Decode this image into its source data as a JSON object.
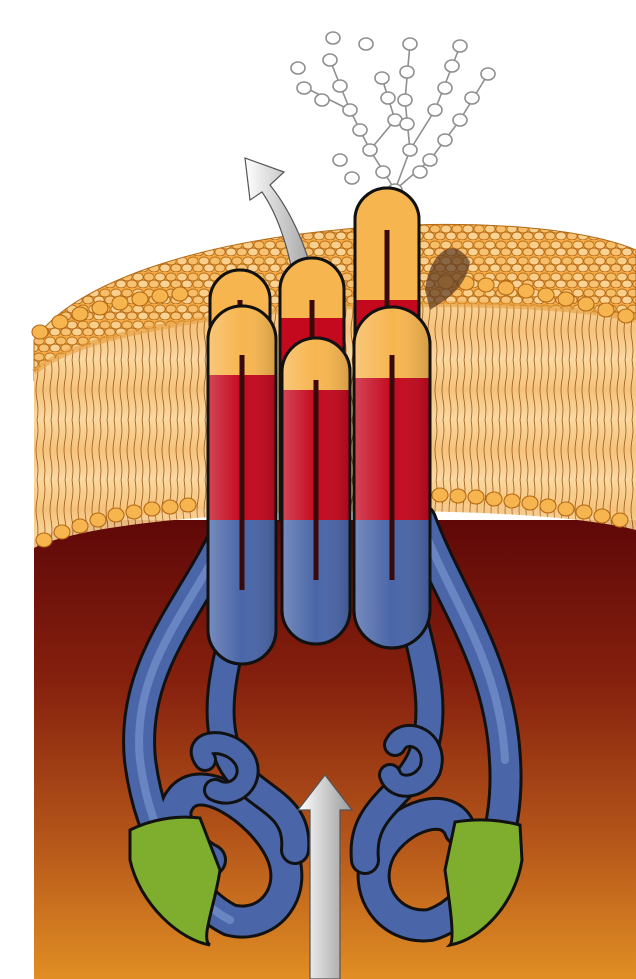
{
  "illustration": {
    "subject": "",
    "labels": []
  },
  "colors": {
    "background": "#ffffff",
    "lipid_head": "#f6b24a",
    "lipid_head_light": "#f9d08a",
    "lipid_head_outline": "#b56a14",
    "lipid_tail": "#8a4a12",
    "membrane_core": "#f7c98a",
    "cytoplasm_top": "#6e0a0a",
    "cytoplasm_mid": "#8f2a10",
    "cytoplasm_bottom": "#d9821e",
    "helix_tip": "#f7b54f",
    "helix_transmembrane": "#c4091f",
    "chain_cytoplasmic": "#4a66a8",
    "chain_highlight": "#7f9bd6",
    "domain_green": "#7fae2e",
    "glycan_outline": "#9a9a9a",
    "arrow_fill": "#d8d8d8",
    "outline": "#111111"
  },
  "elements": [
    {
      "name": "glycan-tree",
      "interactable": false
    },
    {
      "name": "membrane-outer-leaflet",
      "interactable": false
    },
    {
      "name": "membrane-inner-leaflet",
      "interactable": false
    },
    {
      "name": "cytoplasm",
      "interactable": false
    },
    {
      "name": "protein-helix-bundle",
      "interactable": false
    },
    {
      "name": "cytoplasmic-loops",
      "interactable": false
    },
    {
      "name": "green-domain",
      "interactable": false
    },
    {
      "name": "outward-arrow-icon",
      "interactable": false
    },
    {
      "name": "inward-arrow-icon",
      "interactable": false
    }
  ]
}
